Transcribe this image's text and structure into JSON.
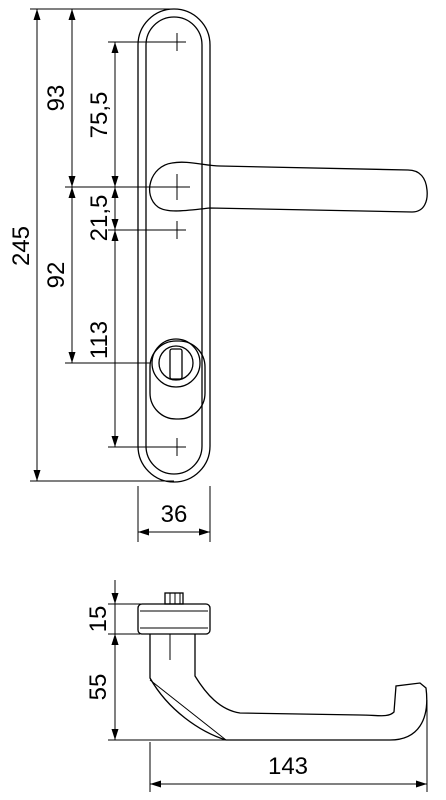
{
  "front_view": {
    "dim_overall_height": "245",
    "dim_top_to_handle": "93",
    "dim_hole_to_handle": "75,5",
    "dim_handle_to_hole": "21,5",
    "dim_handle_to_bottom": "92",
    "dim_hole_to_cylinder": "113",
    "dim_plate_width": "36"
  },
  "side_view": {
    "dim_rose_thickness": "15",
    "dim_handle_projection": "55",
    "dim_handle_length": "143"
  }
}
